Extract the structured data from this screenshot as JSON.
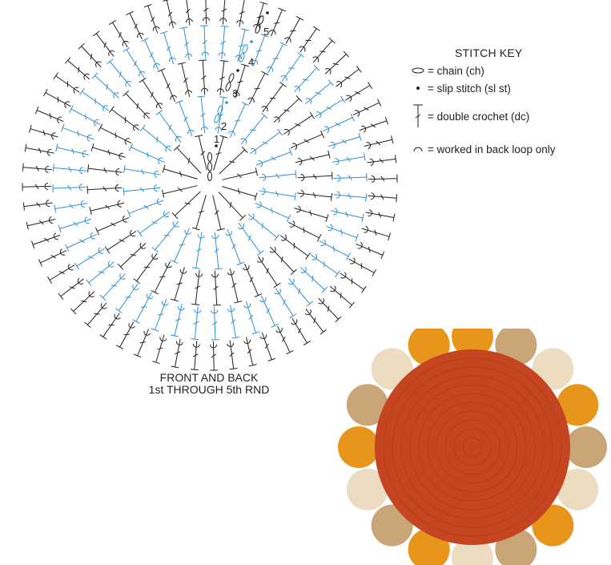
{
  "diagram": {
    "round_numbers": [
      "1",
      "2",
      "3",
      "4",
      "5"
    ],
    "colors": {
      "black_rounds": "#231f20",
      "blue_rounds": "#2f8fcf"
    },
    "stitches_per_round": [
      12,
      24,
      36,
      48,
      60
    ],
    "round_colors": [
      "black",
      "blue",
      "black",
      "blue",
      "black"
    ],
    "back_loop_rounds": [
      2,
      3,
      4,
      5
    ]
  },
  "caption": {
    "line1": "FRONT AND BACK",
    "line2": "1st THROUGH 5th RND"
  },
  "stitch_key": {
    "title": "STITCH KEY",
    "items": [
      {
        "icon": "chain-icon",
        "label": "= chain (ch)"
      },
      {
        "icon": "slip-stitch-icon",
        "label": "= slip stitch (sl st)"
      },
      {
        "icon": "double-crochet-icon",
        "label": "= double crochet (dc)"
      },
      {
        "icon": "back-loop-icon",
        "label": "= worked in back loop only"
      }
    ]
  },
  "photo": {
    "subject": "round crocheted cushion with pom-pom border",
    "colors": {
      "cushion": "#c4451f",
      "pompom_orange": "#e8951b",
      "pompom_tan": "#c9a577",
      "pompom_cream": "#ecdcc2"
    }
  }
}
